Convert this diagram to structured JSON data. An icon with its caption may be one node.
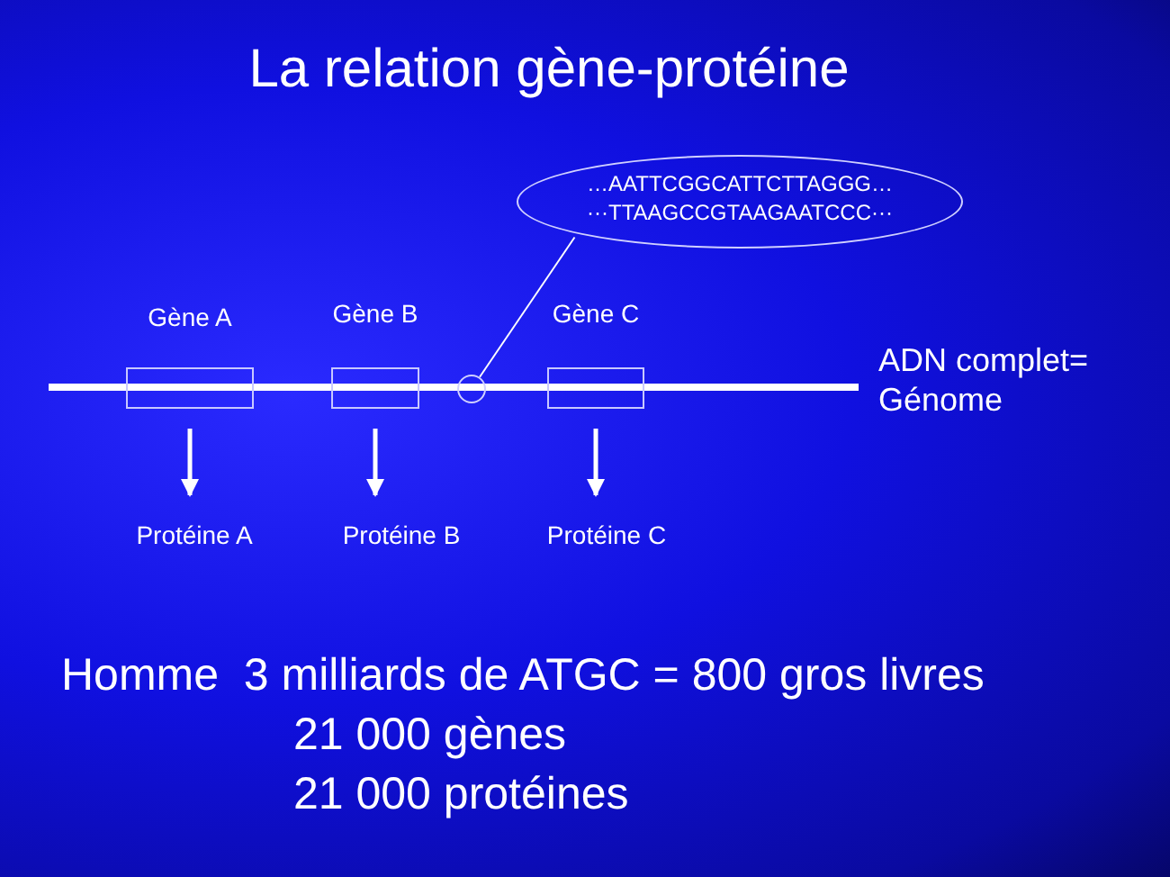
{
  "diagram": {
    "title": "La relation gène-protéine",
    "nodes": [
      {
        "text": [
          "…AATTCGGCATTCTTAGGG…",
          "···TTAAGCCGTAAGAATCCC···"
        ]
      },
      {
        "text": [
          "Gène A"
        ]
      },
      {
        "text": [
          "Gène B"
        ]
      },
      {
        "text": [
          "Gène C"
        ]
      },
      {
        "text": [],
        "shape": "circle"
      },
      {
        "text": [
          "Protéine A"
        ]
      },
      {
        "text": [
          "Protéine B"
        ]
      },
      {
        "text": [
          "Protéine C"
        ]
      }
    ],
    "edges": [
      {
        "from": 0,
        "to": 4,
        "arrow": "none"
      },
      {
        "from": 1,
        "to": 5,
        "arrow": "to"
      },
      {
        "from": 2,
        "to": 6,
        "arrow": "to"
      },
      {
        "from": 3,
        "to": 7,
        "arrow": "to"
      }
    ],
    "labels": [
      "ADN complet= Génome",
      "Homme  3 milliards de ATGC = 800 gros livres",
      "21 000 gènes",
      "21 000 protéines"
    ]
  }
}
